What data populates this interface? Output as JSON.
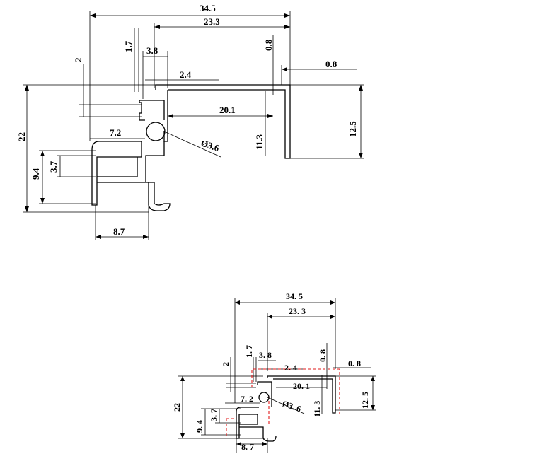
{
  "top_view": {
    "dims": {
      "overall_width": "34.5",
      "top_width": "23.3",
      "lip_height": "1.7",
      "slot_width": "3.8",
      "step_2": "2",
      "wall_08": "0.8",
      "flange_08": "0.8",
      "gap_24": "2.4",
      "inner_201": "20.1",
      "diameter": "Ø3.6",
      "inner_113": "11.3",
      "leg_125": "12.5",
      "total_height": "22",
      "step_72": "7.2",
      "height_94": "9.4",
      "height_37": "3.7",
      "base_87": "8.7"
    }
  },
  "bottom_view": {
    "dims": {
      "overall_width": "34. 5",
      "top_width": "23. 3",
      "lip_height": "1. 7",
      "slot_width": "3. 8",
      "step_2": "2",
      "wall_08": "0. 8",
      "flange_08": "0. 8",
      "gap_24": "2. 4",
      "inner_201": "20. 1",
      "diameter": "Ø3. 6",
      "inner_113": "11. 3",
      "leg_125": "12. 5",
      "total_height": "22",
      "step_72": "7. 2",
      "height_94": "9. 4",
      "height_37": "3. 7",
      "base_87": "8. 7"
    }
  },
  "colors": {
    "line": "#000000",
    "highlight": "#e21b1b",
    "background": "#ffffff"
  }
}
